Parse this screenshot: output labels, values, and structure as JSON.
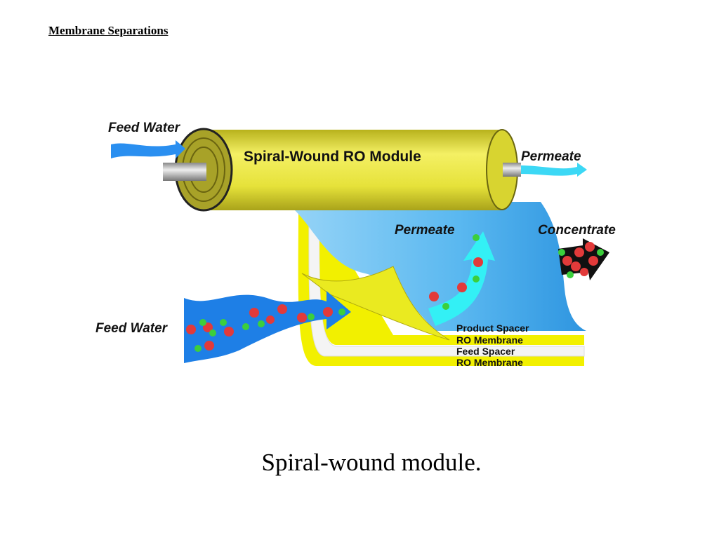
{
  "slide": {
    "title": "Membrane Separations",
    "caption": "Spiral-wound module."
  },
  "diagram": {
    "module_label": "Spiral-Wound RO Module",
    "feed_water_top": "Feed Water",
    "feed_water_bottom": "Feed Water",
    "permeate_outlet": "Permeate",
    "permeate_flow": "Permeate",
    "concentrate": "Concentrate",
    "layers": [
      "Product Spacer",
      "RO Membrane",
      "Feed Spacer",
      "RO Membrane"
    ],
    "colors": {
      "module": "#e8e43a",
      "membrane": "#f2f000",
      "product_sheet": "#5ab8f0",
      "feed_arrow": "#1e7fe6",
      "permeate_arrow": "#33f0f5",
      "ion_red": "#e23a3a",
      "ion_green": "#3ccf3c"
    }
  }
}
